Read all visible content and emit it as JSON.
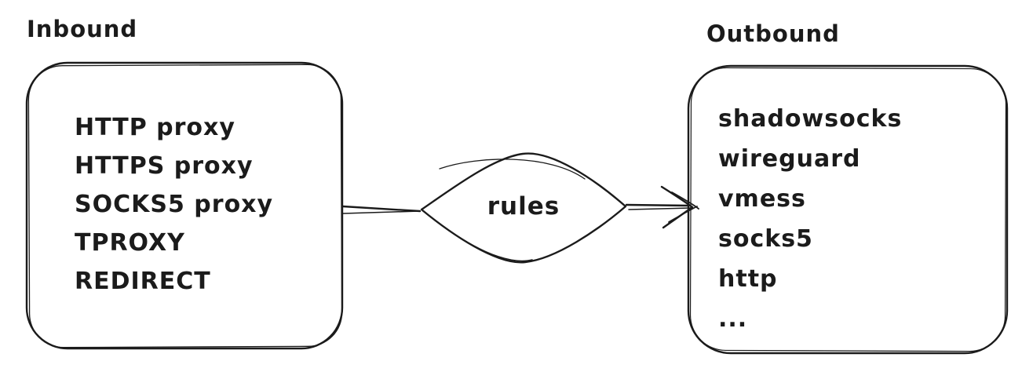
{
  "diagram": {
    "title_inbound": "Inbound",
    "title_outbound": "Outbound",
    "inbound": {
      "items": [
        "HTTP proxy",
        "HTTPS proxy",
        "SOCKS5 proxy",
        "TPROXY",
        "REDIRECT"
      ]
    },
    "decision": {
      "label": "rules"
    },
    "outbound": {
      "items": [
        "shadowsocks",
        "wireguard",
        "vmess",
        "socks5",
        "http",
        "..."
      ]
    },
    "colors": {
      "stroke": "#1b1b1b",
      "background": "#ffffff"
    }
  }
}
